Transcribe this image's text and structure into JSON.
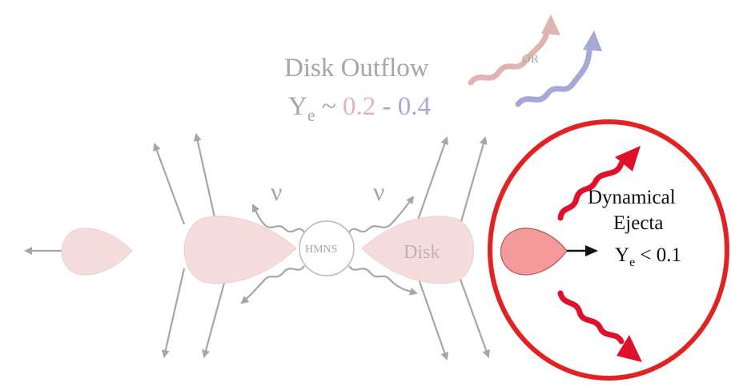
{
  "outflow": {
    "title": "Disk Outflow",
    "ye_symbol": "Y",
    "ye_subscript": "e",
    "ye_tilde": " ~ ",
    "ye_low": "0.2",
    "ye_dash": " - ",
    "ye_high": "0.4",
    "or_label": "OR"
  },
  "center": {
    "hmns_label": "HMNS",
    "disk_label": "Disk",
    "nu_symbol": "ν"
  },
  "dynamical": {
    "line1": "Dynamical",
    "line2": "Ejecta",
    "ye_symbol": "Y",
    "ye_subscript": "e",
    "ye_relation": " < 0.1"
  },
  "colors": {
    "gray_text": "#a6a6a6",
    "pink_value": "#e2b3b3",
    "blue_value": "#a7a8d6",
    "pale_lobe": "#f6dddd",
    "deep_lobe": "#f59a9a",
    "circle_red": "#e12222",
    "ejecta_red": "#e0102a"
  }
}
